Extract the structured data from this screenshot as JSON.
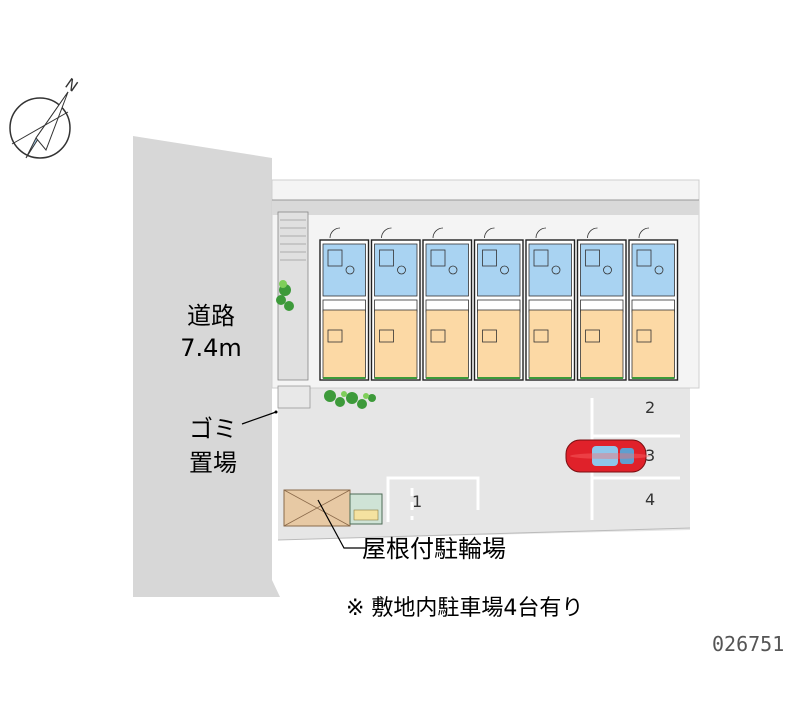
{
  "map": {
    "road_name": "道路",
    "road_width": "7.4m",
    "garbage_label_line1": "ゴミ",
    "garbage_label_line2": "置場",
    "bicycle_parking_label": "屋根付駐輪場",
    "parking_note": "※ 敷地内駐車場4台有り",
    "property_code": "026751",
    "compass_letter": "N",
    "parking_spaces": [
      "1",
      "2",
      "3",
      "4"
    ],
    "unit_count": 7,
    "colors": {
      "road": "#d7d7d7",
      "lot": "#e6e6e6",
      "room_floor": "#fcd9a5",
      "wet_area": "#a9d3f2",
      "car": "#e0212a",
      "greenery": "#3d9a3a"
    }
  }
}
